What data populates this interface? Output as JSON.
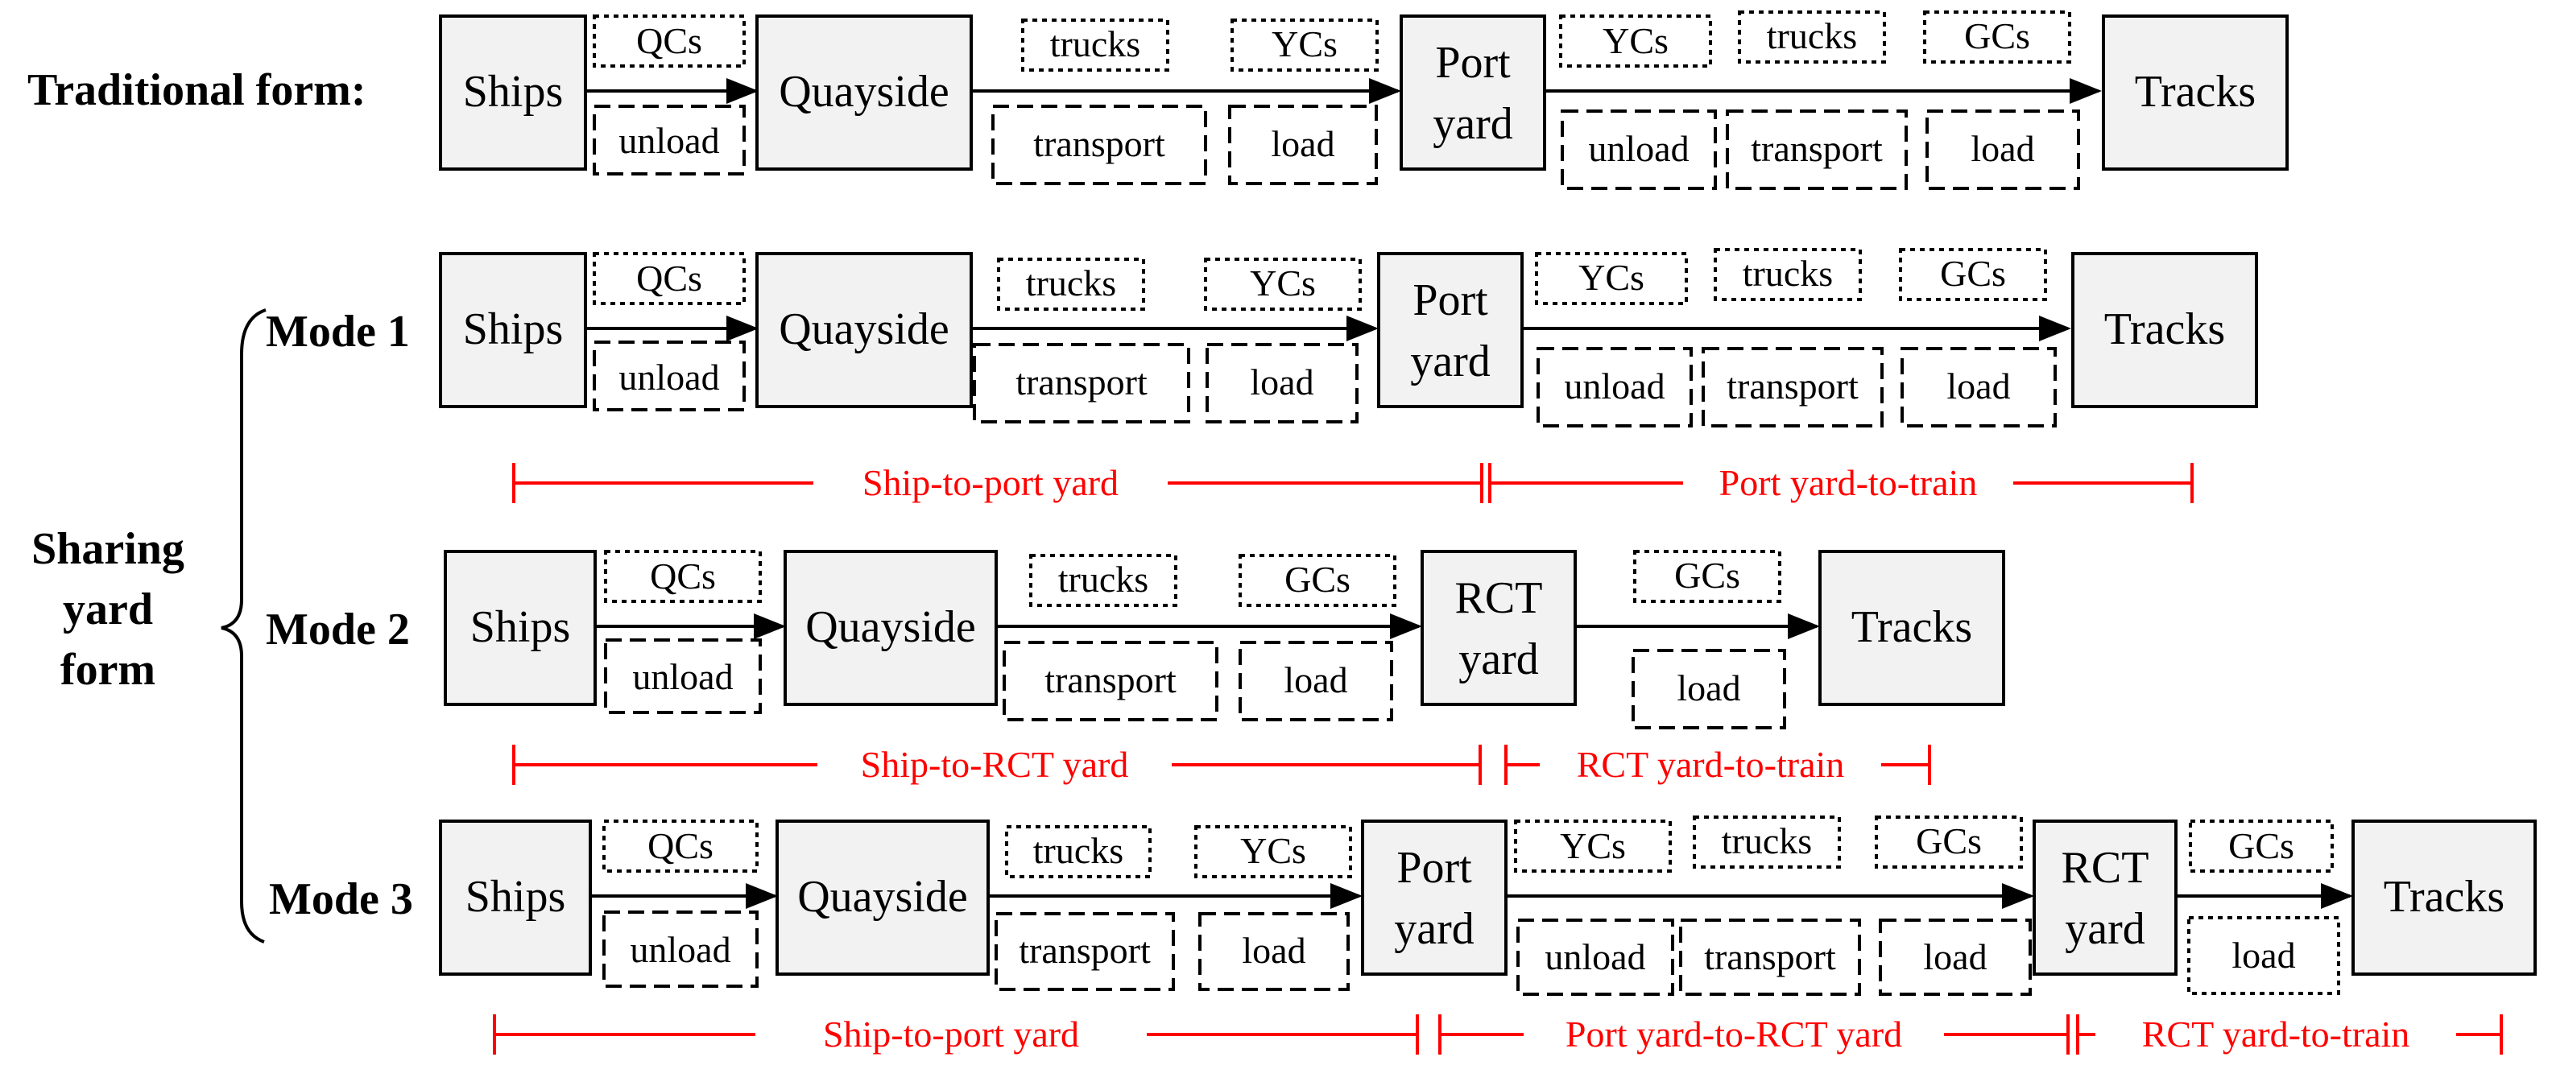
{
  "labels": {
    "traditional": "Traditional form:",
    "sharing_line1": "Sharing",
    "sharing_line2": "yard",
    "sharing_line3": "form",
    "mode1": "Mode 1",
    "mode2": "Mode 2",
    "mode3": "Mode 3"
  },
  "nodes": {
    "ships": "Ships",
    "quayside": "Quayside",
    "port_yard_line1": "Port",
    "port_yard_line2": "yard",
    "rct_yard_line1": "RCT",
    "rct_yard_line2": "yard",
    "tracks": "Tracks"
  },
  "equipment": {
    "qcs": "QCs",
    "trucks": "trucks",
    "ycs": "YCs",
    "gcs": "GCs"
  },
  "operations": {
    "unload": "unload",
    "transport": "transport",
    "load": "load"
  },
  "segments": {
    "ship_to_port_yard": "Ship-to-port yard",
    "port_yard_to_train": "Port yard-to-train",
    "ship_to_rct_yard": "Ship-to-RCT yard",
    "rct_yard_to_train": "RCT yard-to-train",
    "port_yard_to_rct_yard": "Port yard-to-RCT yard"
  },
  "colors": {
    "node_fill": "#f2f2f2",
    "stroke": "#000000",
    "segment": "#ff0000"
  }
}
